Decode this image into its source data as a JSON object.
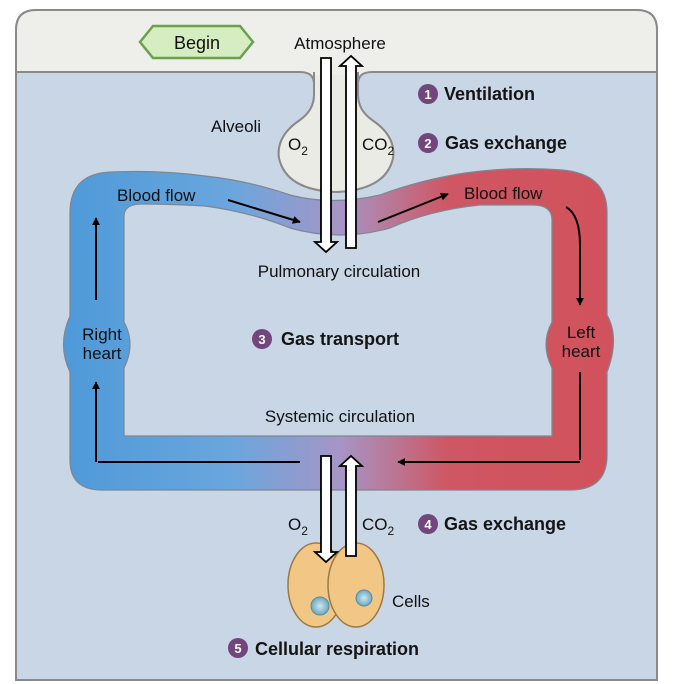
{
  "begin": "Begin",
  "atmosphere": "Atmosphere",
  "alveoli": "Alveoli",
  "cells": "Cells",
  "gases": {
    "o2": "O",
    "co2": "CO",
    "sub": "2"
  },
  "blood_flow": "Blood flow",
  "pulmonary": "Pulmonary circulation",
  "systemic": "Systemic circulation",
  "right_heart": [
    "Right",
    "heart"
  ],
  "left_heart": [
    "Left",
    "heart"
  ],
  "steps": [
    {
      "num": "1",
      "label": "Ventilation"
    },
    {
      "num": "2",
      "label": "Gas exchange"
    },
    {
      "num": "3",
      "label": "Gas transport"
    },
    {
      "num": "4",
      "label": "Gas exchange"
    },
    {
      "num": "5",
      "label": "Cellular respiration"
    }
  ],
  "colors": {
    "deoxygenated": "#4d97d8",
    "oxygenated": "#cf4c57",
    "mixed": "#a694c6",
    "body_bg": "#c9d6e6",
    "atmosphere_bg": "#eeeeea",
    "step_badge": "#72457c",
    "begin_fill": "#d6edc1",
    "cell_fill": "#f2c786"
  }
}
